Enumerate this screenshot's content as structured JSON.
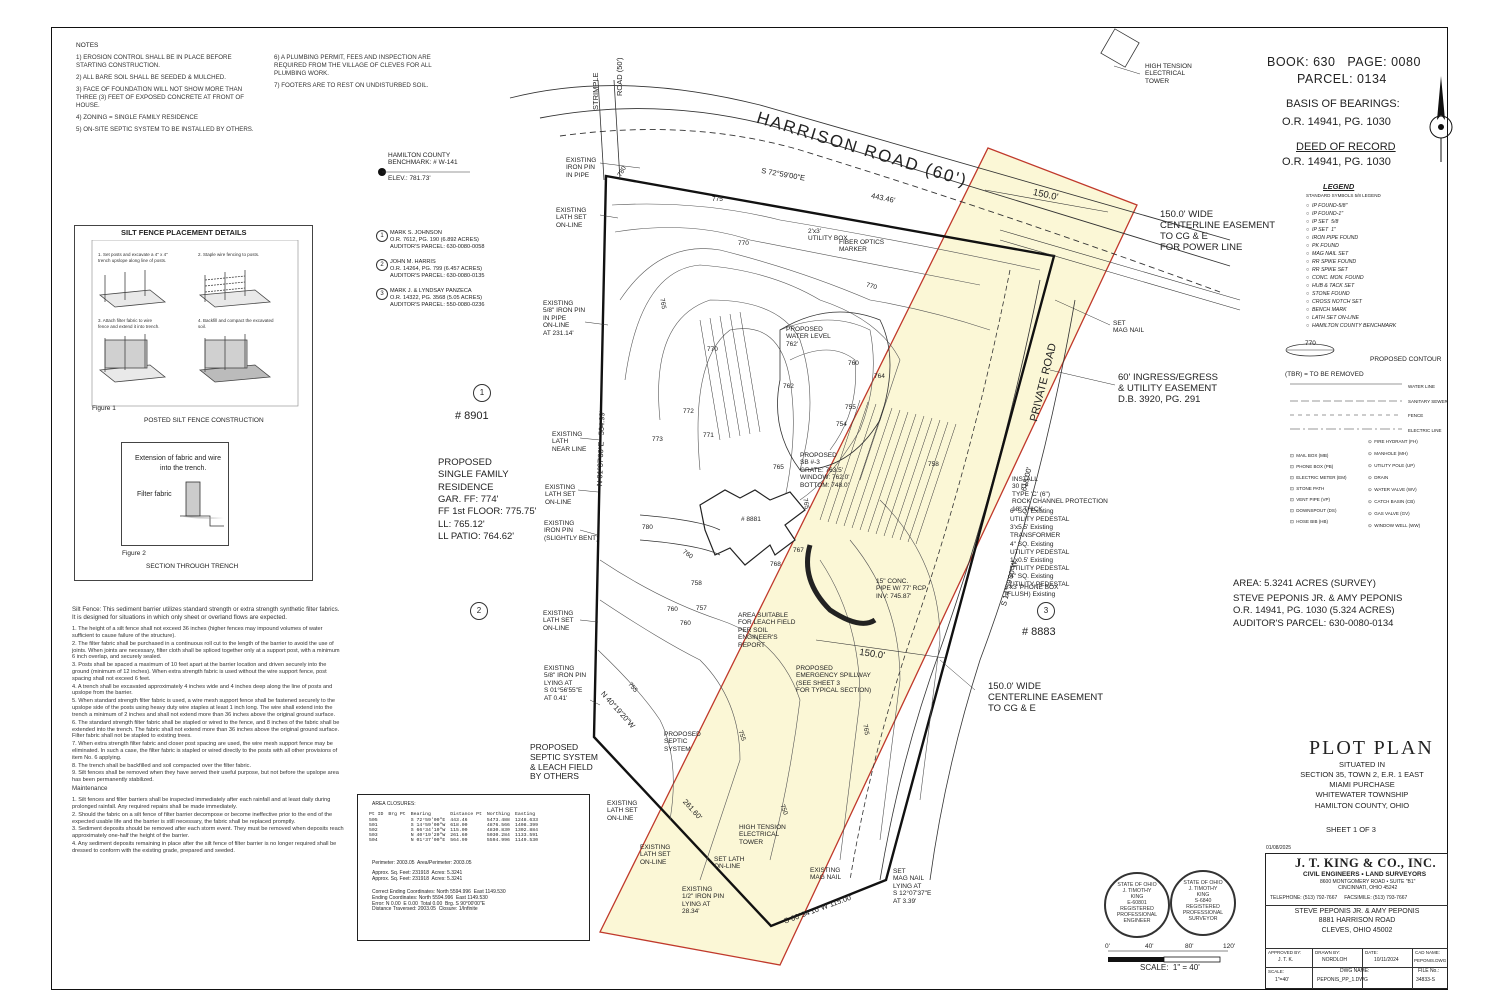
{
  "notes": {
    "heading": "NOTES",
    "items": [
      "1) EROSION CONTROL SHALL BE IN PLACE BEFORE STARTING CONSTRUCTION.",
      "2) ALL BARE SOIL SHALL BE SEEDED & MULCHED.",
      "3) FACE OF FOUNDATION WILL NOT SHOW MORE THAN THREE (3) FEET OF EXPOSED CONCRETE AT FRONT OF HOUSE.",
      "4) ZONING = SINGLE FAMILY RESIDENCE",
      "5) ON-SITE SEPTIC SYSTEM TO BE INSTALLED BY OTHERS."
    ],
    "items2": [
      "6) A PLUMBING PERMIT, FEES AND INSPECTION ARE REQUIRED FROM THE VILLAGE OF CLEVES FOR ALL PLUMBING WORK.",
      "7) FOOTERS ARE TO REST ON UNDISTURBED SOIL."
    ]
  },
  "silt_fence": {
    "title": "SILT FENCE PLACEMENT DETAILS",
    "figure1": "Figure 1",
    "figure1_caption": "POSTED SILT FENCE CONSTRUCTION",
    "figure2_text1": "Extension of fabric and wire",
    "figure2_text2": "into the trench.",
    "figure2_label": "Filter fabric",
    "figure2": "Figure 2",
    "figure2_caption": "SECTION THROUGH TRENCH",
    "intro": "Silt Fence: This sediment barrier utilizes standard strength or extra strength synthetic filter fabrics. It is designed for situations in which only sheet or overland flows are expected.",
    "paragraphs": [
      "1. The height of a silt fence shall not exceed 36 inches (higher fences may impound volumes of water sufficient to cause failure of the structure).",
      "2. The filter fabric shall be purchased in a continuous roll cut to the length of the barrier to avoid the use of joints. When joints are necessary, filter cloth shall be spliced together only at a support post, with a minimum 6 inch overlap, and securely sealed.",
      "3. Posts shall be spaced a maximum of 10 feet apart at the barrier location and driven securely into the ground (minimum of 12 inches). When extra strength fabric is used without the wire support fence, post spacing shall not exceed 6 feet.",
      "4. A trench shall be excavated approximately 4 inches wide and 4 inches deep along the line of posts and upslope from the barrier.",
      "5. When standard strength filter fabric is used, a wire mesh support fence shall be fastened securely to the upslope side of the posts using heavy duty wire staples at least 1 inch long. The wire shall extend into the trench a minimum of 2 inches and shall not extend more than 36 inches above the original ground surface.",
      "6. The standard strength filter fabric shall be stapled or wired to the fence, and 8 inches of the fabric shall be extended into the trench. The fabric shall not extend more than 36 inches above the original ground surface. Filter fabric shall not be stapled to existing trees.",
      "7. When extra strength filter fabric and closer post spacing are used, the wire mesh support fence may be eliminated. In such a case, the filter fabric is stapled or wired directly to the posts with all other provisions of item No. 6 applying.",
      "8. The trench shall be backfilled and soil compacted over the filter fabric.",
      "9. Silt fences shall be removed when they have served their useful purpose, but not before the upslope area has been permanently stabilized."
    ],
    "maintenance_heading": "Maintenance",
    "maintenance": [
      "1. Silt fences and filter barriers shall be inspected immediately after each rainfall and at least daily during prolonged rainfall. Any required repairs shall be made immediately.",
      "2. Should the fabric on a silt fence of filter barrier decompose or become ineffective prior to the end of the expected usable life and the barrier is still necessary, the fabric shall be replaced promptly.",
      "3. Sediment deposits should be removed after each storm event. They must be removed when deposits reach approximately one-half the height of the barrier.",
      "4. Any sediment deposits remaining in place after the silt fence of filter barrier is no longer required shall be dressed to conform with the existing grade, prepared and seeded."
    ]
  },
  "map": {
    "road_name": "HARRISON ROAD (60')",
    "strimple": "STRIMPLE",
    "strimple_road": "ROAD (50')",
    "private_road": "PRIVATE ROAD",
    "benchmark": "HAMILTON COUNTY\nBENCHMARK: # W-141",
    "benchmark_elev": "ELEV.: 781.73'",
    "north_bearing": "S 72°59'00\"E",
    "north_distance": "443.46'",
    "west_line": "N 01°37'00\"E   564.99'",
    "east_line": "S 14°59'00\"W",
    "east_distance": "618.00'",
    "sw_line": "N 40°19'20\"W",
    "sw_distance": "261.60'",
    "south_line": "S 66°34'10\"W 115.00'",
    "easement_width_top": "150.0'",
    "easement_width_mid": "150.0'",
    "parcel1_no": "1",
    "parcel1_address": "# 8901",
    "parcel2_no": "2",
    "parcel3_no": "3",
    "parcel3_address": "# 8883",
    "house_address": "# 8881",
    "owners": [
      {
        "no": "1",
        "text": "MARK S. JOHNSON\nO.R. 7612, PG. 190 (6.892 ACRES)\nAUDITOR'S PARCEL: 630-0080-0058"
      },
      {
        "no": "2",
        "text": "JOHN M. HARRIS\nO.R. 14264, PG. 799 (6.457 ACRES)\nAUDITOR'S PARCEL: 630-0080-0135"
      },
      {
        "no": "3",
        "text": "MARK J. & LYNDSAY PANZECA\nO.R. 14322, PG. 3568 (5.05 ACRES)\nAUDITOR'S PARCEL: 550-0080-0236"
      }
    ],
    "residence": "PROPOSED\nSINGLE FAMILY\nRESIDENCE\nGAR. FF: 774'\nFF 1st FLOOR: 775.75'\nLL: 765.12'\nLL PATIO: 764.62'",
    "water_level": "PROPOSED\nWATER LEVEL\n762'",
    "sb": "PROPOSED\nSB #-3\nGRATE: 763.5'\nWINDOW: 762.0'\nBOTTOM: 748.0'",
    "leach_area": "AREA SUITABLE\nFOR LEACH FIELD\nPER SOIL\nENGINEER'S\nREPORT",
    "spillway": "PROPOSED\nEMERGENCY SPILLWAY\n(SEE SHEET 3\nFOR TYPICAL SECTION)",
    "septic_system_label": "PROPOSED\nSEPTIC\nSYSTEM",
    "septic_leach": "PROPOSED\nSEPTIC SYSTEM\n& LEACH FIELD\nBY OTHERS",
    "tower_top": "HIGH TENSION\nELECTRICAL\nTOWER",
    "tower_bottom": "HIGH TENSION\nELECTRICAL\nTOWER",
    "easement_power": "150.0' WIDE\nCENTERLINE EASEMENT\nTO CG & E\nFOR POWER LINE",
    "ingress": "60' INGRESS/EGRESS\n& UTILITY EASEMENT\nD.B. 3920, PG. 291",
    "easement_cge": "150.0' WIDE\nCENTERLINE EASEMENT\nTO CG & E",
    "iron_pin_top": "EXISTING\nIRON PIN\nIN PIPE",
    "lath_top": "EXISTING\nLATH SET\nON-LINE",
    "iron_pin_left": "EXISTING\n5/8\" IRON PIN\nIN PIPE\nON-LINE\nAT 231.14'",
    "lath_near": "EXISTING\nLATH\nNEAR LINE",
    "lath_mid": "EXISTING\nLATH SET\nON-LINE",
    "iron_pin_bent": "EXISTING\nIRON PIN\n(SLIGHTLY BENT)",
    "lath_low": "EXISTING\nLATH SET\nON-LINE",
    "iron_pin_low": "EXISTING\n5/8\" IRON PIN\nLYING AT\nS 01°56'55\"E\nAT 0.41'",
    "lath_sw": "EXISTING\nLATH SET\nON-LINE",
    "lath_bottom": "EXISTING\nLATH SET\nON-LINE",
    "set_lath": "SET LATH\nON-LINE",
    "iron_pin_bottom": "EXISTING\n1/2\" IRON PIN\nLYING AT\n28.34'",
    "mag_nail_bottom": "EXISTING\nMAG NAIL",
    "set_mag_nail_bottom": "SET\nMAG NAIL\nLYING AT\nS 12°07'37\"E\nAT 3.39'",
    "set_mag_nail_top": "SET\nMAG NAIL",
    "utility_box": "2'x3'\nUTILITY BOX",
    "fiber_marker": "FIBER OPTICS\nMARKER",
    "utility_pedestals": "6\" SQ. Existing\nUTILITY PEDESTAL\n3'x5.5' Existing\nTRANSFORMER\n4\" SQ. Existing\nUTILITY PEDESTAL\n1'x0.5' Existing\nUTILITY PEDESTAL\n4\" SQ. Existing\nUTILITY PEDESTAL",
    "phone_box": "2'x3' PHONE BOX\n(FLUSH) Existing",
    "conc_pipe": "15\" CONC.\nPIPE W/ 77' RCP\nINV: 745.87'",
    "channel": "INSTALL\n30 LF\nTYPE 'C' (6\")\nROCK CHANNEL PROTECTION\n18\" THICK",
    "contours": [
      "780",
      "775",
      "770",
      "770",
      "765",
      "760",
      "755",
      "765",
      "760",
      "755",
      "765",
      "755",
      "750"
    ],
    "spot_elevations": [
      "762",
      "764",
      "772",
      "771",
      "773",
      "770",
      "780",
      "760",
      "757",
      "758",
      "765",
      "767",
      "760",
      "768",
      "754",
      "758"
    ]
  },
  "title_block": {
    "book_page": "BOOK: 630   PAGE: 0080",
    "parcel": "PARCEL: 0134",
    "basis_heading": "BASIS OF BEARINGS:",
    "basis_ref": "O.R. 14941, PG. 1030",
    "deed_heading": "DEED OF RECORD",
    "deed_ref": "O.R. 14941, PG. 1030",
    "legend_title": "LEGEND",
    "legend_sub": "STANDARD SYMBOLS 5/8 LEGEND",
    "legend_items": [
      "IP FOUND-5/8\"",
      "IP FOUND-1\"",
      "IP SET  5/8",
      "IP SET  1\"",
      "IRON PIPE FOUND",
      "PK FOUND",
      "MAG NAIL SET",
      "RR SPIKE FOUND",
      "RR SPIKE SET",
      "CONC. MON. FOUND",
      "HUB & TACK SET",
      "STONE FOUND",
      "CROSS NOTCH SET",
      "BENCH MARK",
      "LATH SET ON-LINE",
      "HAMILTON COUNTY BENCHMARK"
    ],
    "contour_label": "PROPOSED CONTOUR",
    "contour_value": "770",
    "tbr": "(TBR) = TO BE REMOVED",
    "line_legend": [
      "WATER LINE",
      "SANITARY SEWER",
      "FENCE",
      "ELECTRIC LINE"
    ],
    "symbols_left": [
      "MAIL BOX (MB)",
      "PHONE BOX (PB)",
      "ELECTRIC METER (EM)",
      "STONE PATH",
      "VENT PIPE (VP)",
      "DOWNSPOUT (DS)",
      "HOSE BIB (HB)"
    ],
    "symbols_right": [
      "FIRE HYDRANT (FH)",
      "MANHOLE (MH)",
      "UTILITY POLE (UP)",
      "DRAIN",
      "WATER VALVE (WV)",
      "CATCH BASIN (CB)",
      "GAS VALVE (GV)",
      "WINDOW WELL (WW)"
    ],
    "area": "AREA: 5.3241 ACRES (SURVEY)",
    "owner": "STEVE PEPONIS JR. & AMY PEPONIS",
    "owner_ref": "O.R. 14941, PG. 1030 (5.324 ACRES)",
    "auditor": "AUDITOR'S PARCEL: 630-0080-0134",
    "plot_title": "PLOT PLAN",
    "situated": "SITUATED IN\nSECTION 35, TOWN 2, E.R. 1 EAST\nMIAMI PURCHASE\nWHITEWATER TOWNSHIP\nHAMILTON COUNTY, OHIO",
    "sheet": "SHEET 1 OF 3",
    "date_small": "01/08/2025",
    "firm": "J. T. KING & CO., INC.",
    "firm_sub": "CIVIL ENGINEERS • LAND SURVEYORS",
    "firm_addr": "8600 MONTGOMERY ROAD • SUITE \"B1\"\nCINCINNATI, OHIO 45242",
    "firm_phone": "TELEPHONE: (513) 792-7667     FACSIMILE: (513) 793-7667",
    "client": "STEVE PEPONIS JR. & AMY PEPONIS\n8881 HARRISON ROAD\nCLEVES, OHIO 45002",
    "approved_by_label": "APPROVED BY:",
    "approved_by": "J. T. K.",
    "drawn_by_label": "DRAWN BY:",
    "drawn_by": "NORDLOH",
    "date_label": "DATE:",
    "date": "10/11/2024",
    "cad_label": "CAD NAME:",
    "cad": "PEPONIS.DWG",
    "scale_label": "SCALE:",
    "scale": "1\"=40'",
    "dwg_label": "DWG NAME:",
    "dwg": "PEPONIS_PP_1.DWG",
    "file_label": "FILE No.:",
    "file": "34833-S",
    "bar_scale": "SCALE:  1\" = 40'",
    "bar_ticks": [
      "0'",
      "40'",
      "80'",
      "120'"
    ],
    "seal1": "STATE OF OHIO\nJ. TIMOTHY\nKING\nE-60801\nREGISTERED\nPROFESSIONAL ENGINEER",
    "seal2": "STATE OF OHIO\nJ. TIMOTHY\nKING\nS-6840\nREGISTERED\nPROFESSIONAL SURVEYOR"
  },
  "area_table": {
    "title": "AREA CLOSURES:",
    "headers": [
      "Pt ID",
      "Brg Pt",
      "Bearing",
      "Distance Pt",
      "Northing",
      "Easting"
    ],
    "rows": [
      [
        "505",
        "",
        "S 72°59'00\"E",
        "443.46",
        "5473.488",
        "1248.633"
      ],
      [
        "501",
        "",
        "S 14°59'00\"W",
        "618.00",
        "4876.566",
        "1408.399"
      ],
      [
        "502",
        "",
        "S 66°34'10\"W",
        "115.00",
        "4830.830",
        "1302.884"
      ],
      [
        "503",
        "",
        "N 40°19'20\"W",
        "261.60",
        "5030.284",
        "1133.591"
      ],
      [
        "504",
        "",
        "N 01°37'00\"E",
        "564.99",
        "5594.996",
        "1149.530"
      ]
    ],
    "perimeter": "Perimeter: 2003.05  Area/Perimeter: 2003.05",
    "approx": "Approx. Sq. Feet: 231918  Acres: 5.3241\nApprox. Sq. Feet: 231918  Acres: 5.3241",
    "closure": "Correct Ending Coordinates: North 5594.996  East 1149.530\nEnding Coordinates: North 5594.996  East 1149.530\nError: N 0.00  E 0.00  Total 0.00  Brg. S 90°00'00\"E\nDistance Traversed: 2003.05  Closure: 1/Infinite"
  }
}
